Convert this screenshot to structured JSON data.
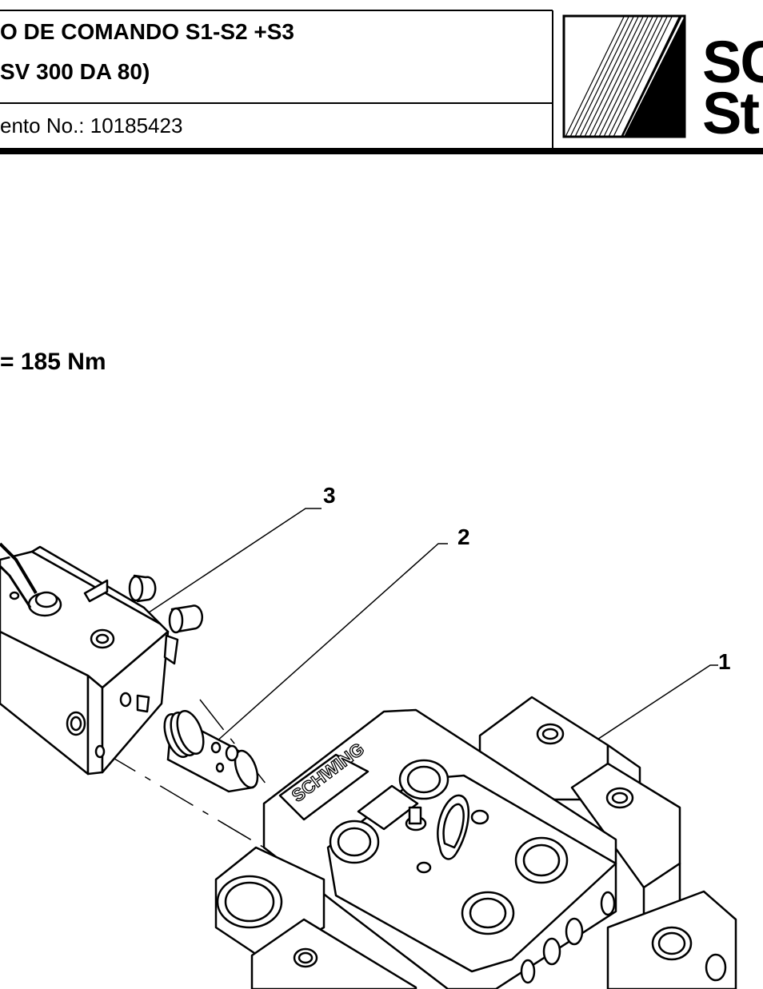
{
  "header": {
    "title_line1": "O DE COMANDO S1-S2 +S3",
    "title_line2": "SV 300 DA 80)",
    "document_number": "ento No.: 10185423",
    "brand_line1": "SC",
    "brand_line2": "St"
  },
  "drawing": {
    "torque_note": "= 185 Nm",
    "callouts": [
      "3",
      "2",
      "1"
    ],
    "part_marking": "SCHWING"
  }
}
